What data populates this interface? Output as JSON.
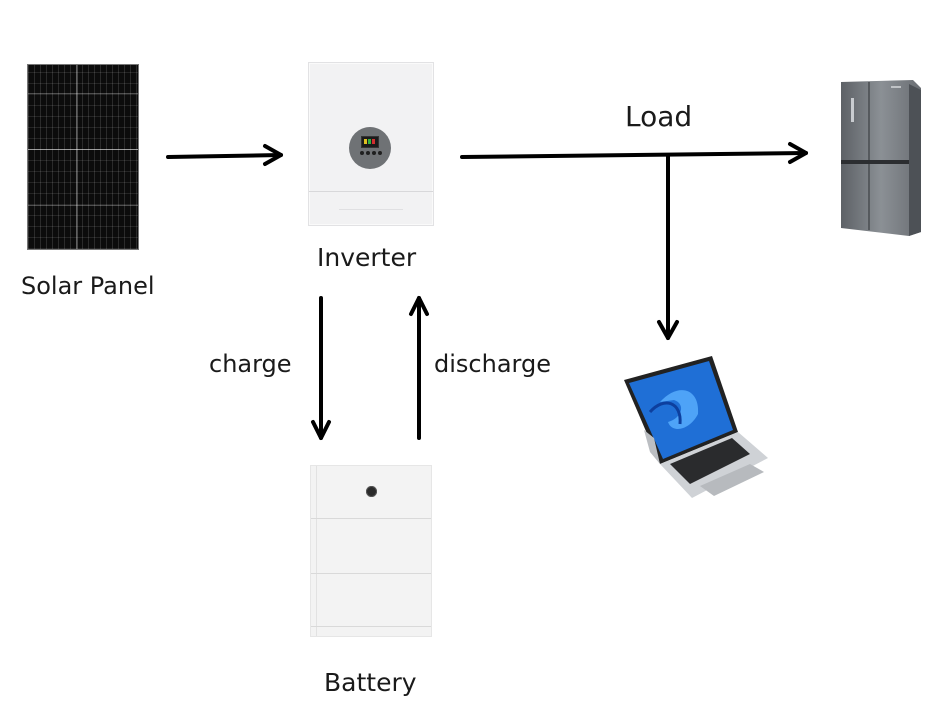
{
  "diagram": {
    "nodes": [
      {
        "id": "solar",
        "label": "Solar Panel",
        "icon": "solar-panel-icon"
      },
      {
        "id": "inverter",
        "label": "Inverter",
        "icon": "inverter-icon"
      },
      {
        "id": "battery",
        "label": "Battery",
        "icon": "battery-icon"
      },
      {
        "id": "fridge",
        "label": "",
        "icon": "refrigerator-icon"
      },
      {
        "id": "laptop",
        "label": "",
        "icon": "laptop-icon"
      }
    ],
    "edges": [
      {
        "from": "solar",
        "to": "inverter",
        "label": ""
      },
      {
        "from": "inverter",
        "to": "fridge",
        "label": "Load"
      },
      {
        "from": "inverter",
        "to": "laptop",
        "label": "Load"
      },
      {
        "from": "inverter",
        "to": "battery",
        "label": "charge"
      },
      {
        "from": "battery",
        "to": "inverter",
        "label": "discharge"
      }
    ]
  },
  "labels": {
    "solar_panel": "Solar Panel",
    "inverter": "Inverter",
    "battery": "Battery",
    "load": "Load",
    "charge": "charge",
    "discharge": "discharge"
  },
  "colors": {
    "arrow": "#000000",
    "text": "#1a1a1a",
    "panel": "#0c0c0c",
    "device_white": "#f2f2f3",
    "fridge_steel": "#6e7378",
    "screen_blue": "#1f6fd6"
  }
}
